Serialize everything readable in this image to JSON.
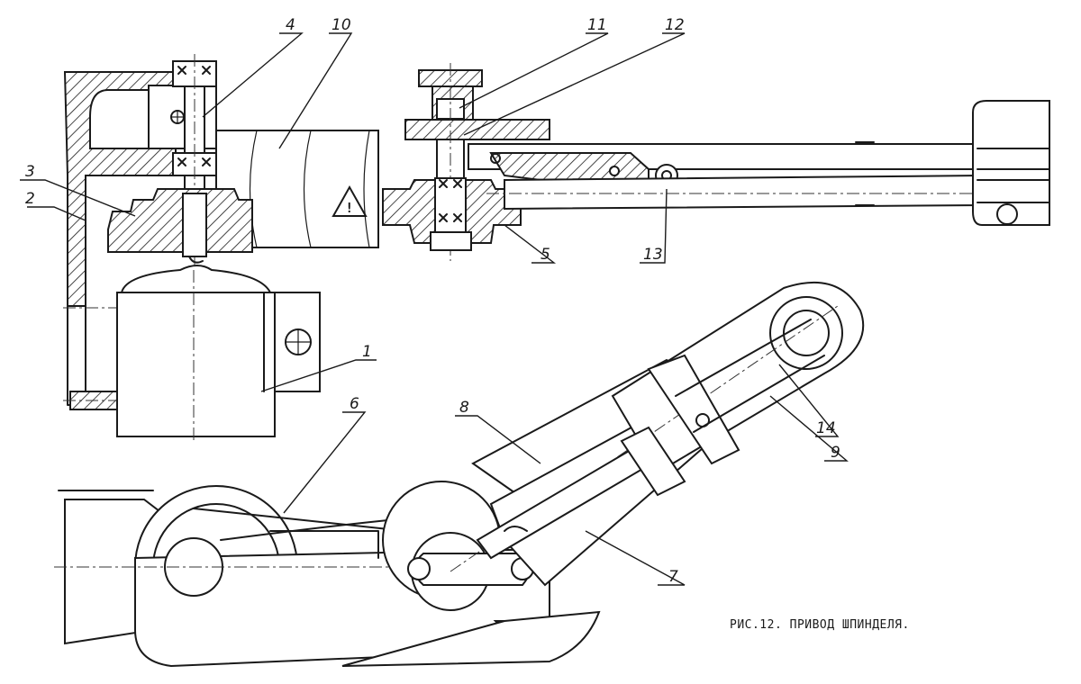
{
  "figure": {
    "caption": "РИС.12. ПРИВОД ШПИНДЕЛЯ.",
    "warning_symbol": "!",
    "callouts": {
      "c1": "1",
      "c2": "2",
      "c3": "3",
      "c4": "4",
      "c5": "5",
      "c6": "6",
      "c7": "7",
      "c8": "8",
      "c9": "9",
      "c10": "10",
      "c11": "11",
      "c12": "12",
      "c13": "13",
      "c14": "14"
    }
  }
}
